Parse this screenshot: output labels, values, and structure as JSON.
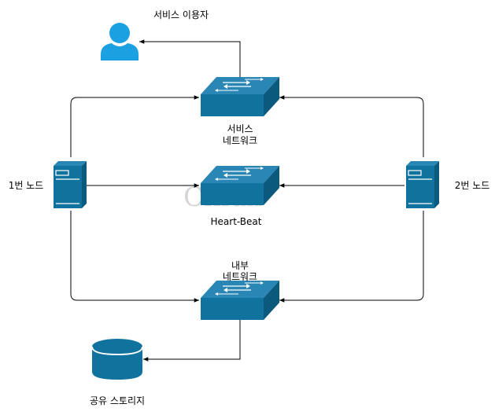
{
  "labels": {
    "service_user": "서비스 이용자",
    "service_network_line1": "서비스",
    "service_network_line2": "네트워크",
    "node1": "1번 노드",
    "node2": "2번 노드",
    "heartbeat": "Heart-Beat",
    "internal_network_line1": "내부",
    "internal_network_line2": "네트워크",
    "shared_storage": "공유 스토리지",
    "watermark": "Chlux"
  },
  "colors": {
    "device_fill": "#10739e",
    "device_top": "#2a86b4",
    "device_side": "#0b5a7d",
    "detail": "#ffffff",
    "user_fill": "#1ba1e2",
    "edge": "#000000"
  },
  "icons": {
    "user": "user-icon",
    "switch": "network-switch-icon",
    "server": "server-icon",
    "storage": "database-icon"
  }
}
